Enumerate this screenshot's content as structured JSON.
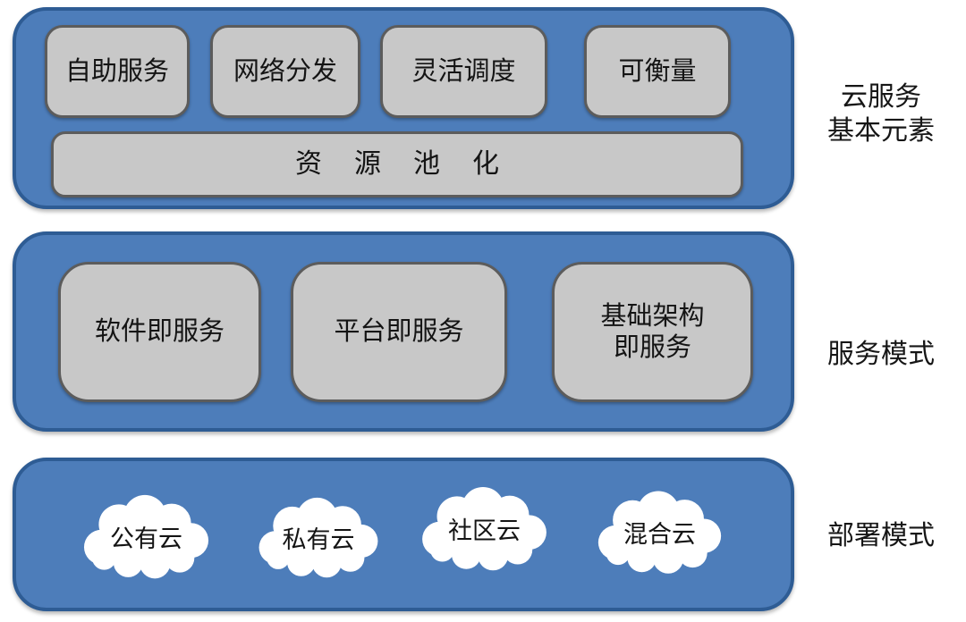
{
  "diagram": {
    "title_implicit": "云计算概念结构图",
    "colors": {
      "band_fill": "#4d7dba",
      "band_border": "#2e5c94",
      "box_fill": "#c8c8c8",
      "box_border": "#5c5c5c",
      "cloud_fill": "#ffffff",
      "text": "#141414",
      "background": "#ffffff"
    }
  },
  "sections": [
    {
      "label": "云服务\n基本元素",
      "items": [
        "自助服务",
        "网络分发",
        "灵活调度",
        "可衡量"
      ],
      "pooling": "资源池化"
    },
    {
      "label": "服务模式",
      "items": [
        "软件即服务",
        "平台即服务",
        "基础架构\n即服务"
      ]
    },
    {
      "label": "部署模式",
      "items": [
        "公有云",
        "私有云",
        "社区云",
        "混合云"
      ]
    }
  ]
}
